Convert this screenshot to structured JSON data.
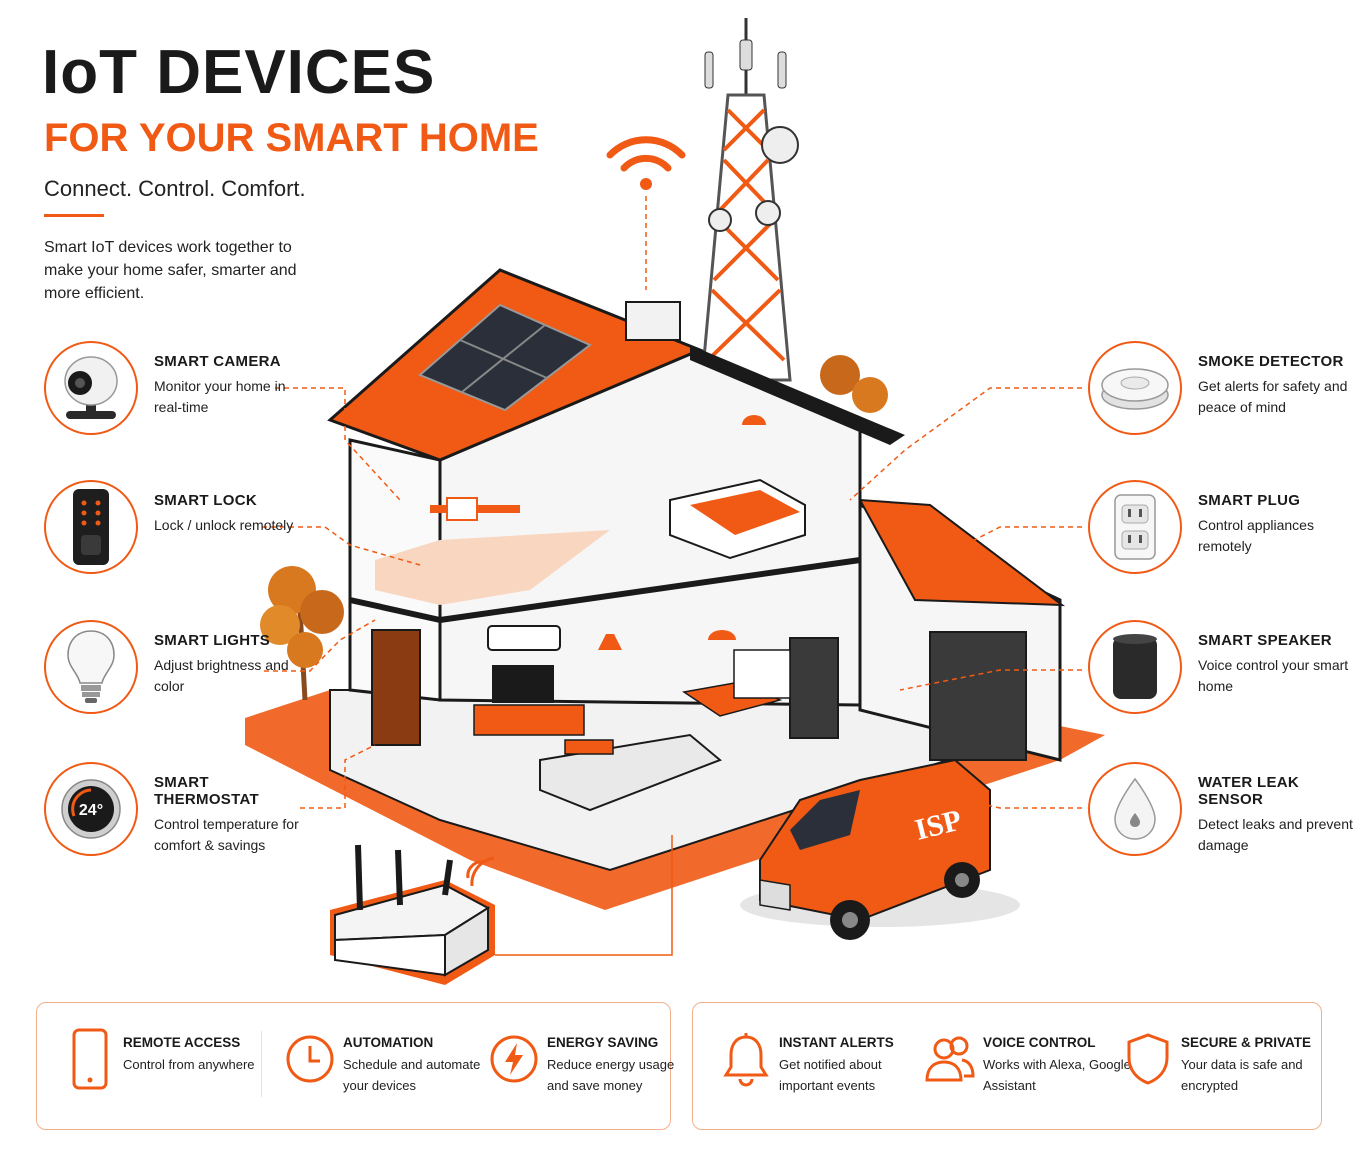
{
  "header": {
    "title": "IoT DEVICES",
    "subtitle": "FOR YOUR SMART HOME",
    "tagline": "Connect. Control. Comfort.",
    "intro": "Smart IoT devices work together to make your home safer, smarter and more efficient."
  },
  "colors": {
    "accent": "#f05a14",
    "dark": "#1a1a1a",
    "card_border": "#f3b08c"
  },
  "left_devices": [
    {
      "name": "SMART CAMERA",
      "desc": "Monitor your home in real-time",
      "icon": "security-camera-icon"
    },
    {
      "name": "SMART LOCK",
      "desc": "Lock / unlock remotely",
      "icon": "keypad-lock-icon"
    },
    {
      "name": "SMART LIGHTS",
      "desc": "Adjust brightness and color",
      "icon": "light-bulb-icon"
    },
    {
      "name": "SMART THERMOSTAT",
      "desc": "Control temperature for comfort & savings",
      "icon": "thermostat-icon",
      "display": "24°"
    }
  ],
  "right_devices": [
    {
      "name": "SMOKE DETECTOR",
      "desc": "Get alerts for safety and peace of mind",
      "icon": "smoke-detector-icon"
    },
    {
      "name": "SMART PLUG",
      "desc": "Control appliances remotely",
      "icon": "wall-plug-icon"
    },
    {
      "name": "SMART SPEAKER",
      "desc": "Voice control your smart home",
      "icon": "smart-speaker-icon"
    },
    {
      "name": "WATER LEAK SENSOR",
      "desc": "Detect leaks and prevent damage",
      "icon": "water-drop-icon"
    }
  ],
  "illustration": {
    "van_label": "ISP"
  },
  "benefits_left": [
    {
      "name": "REMOTE ACCESS",
      "desc": "Control from anywhere",
      "icon": "smartphone-icon"
    },
    {
      "name": "AUTOMATION",
      "desc": "Schedule and automate your devices",
      "icon": "clock-icon"
    },
    {
      "name": "ENERGY SAVING",
      "desc": "Reduce energy usage and save money",
      "icon": "lightning-icon"
    }
  ],
  "benefits_right": [
    {
      "name": "INSTANT ALERTS",
      "desc": "Get notified about important events",
      "icon": "bell-icon"
    },
    {
      "name": "VOICE CONTROL",
      "desc": "Works with Alexa, Google Assistant",
      "icon": "users-icon"
    },
    {
      "name": "SECURE & PRIVATE",
      "desc": "Your data is safe and encrypted",
      "icon": "shield-icon"
    }
  ]
}
